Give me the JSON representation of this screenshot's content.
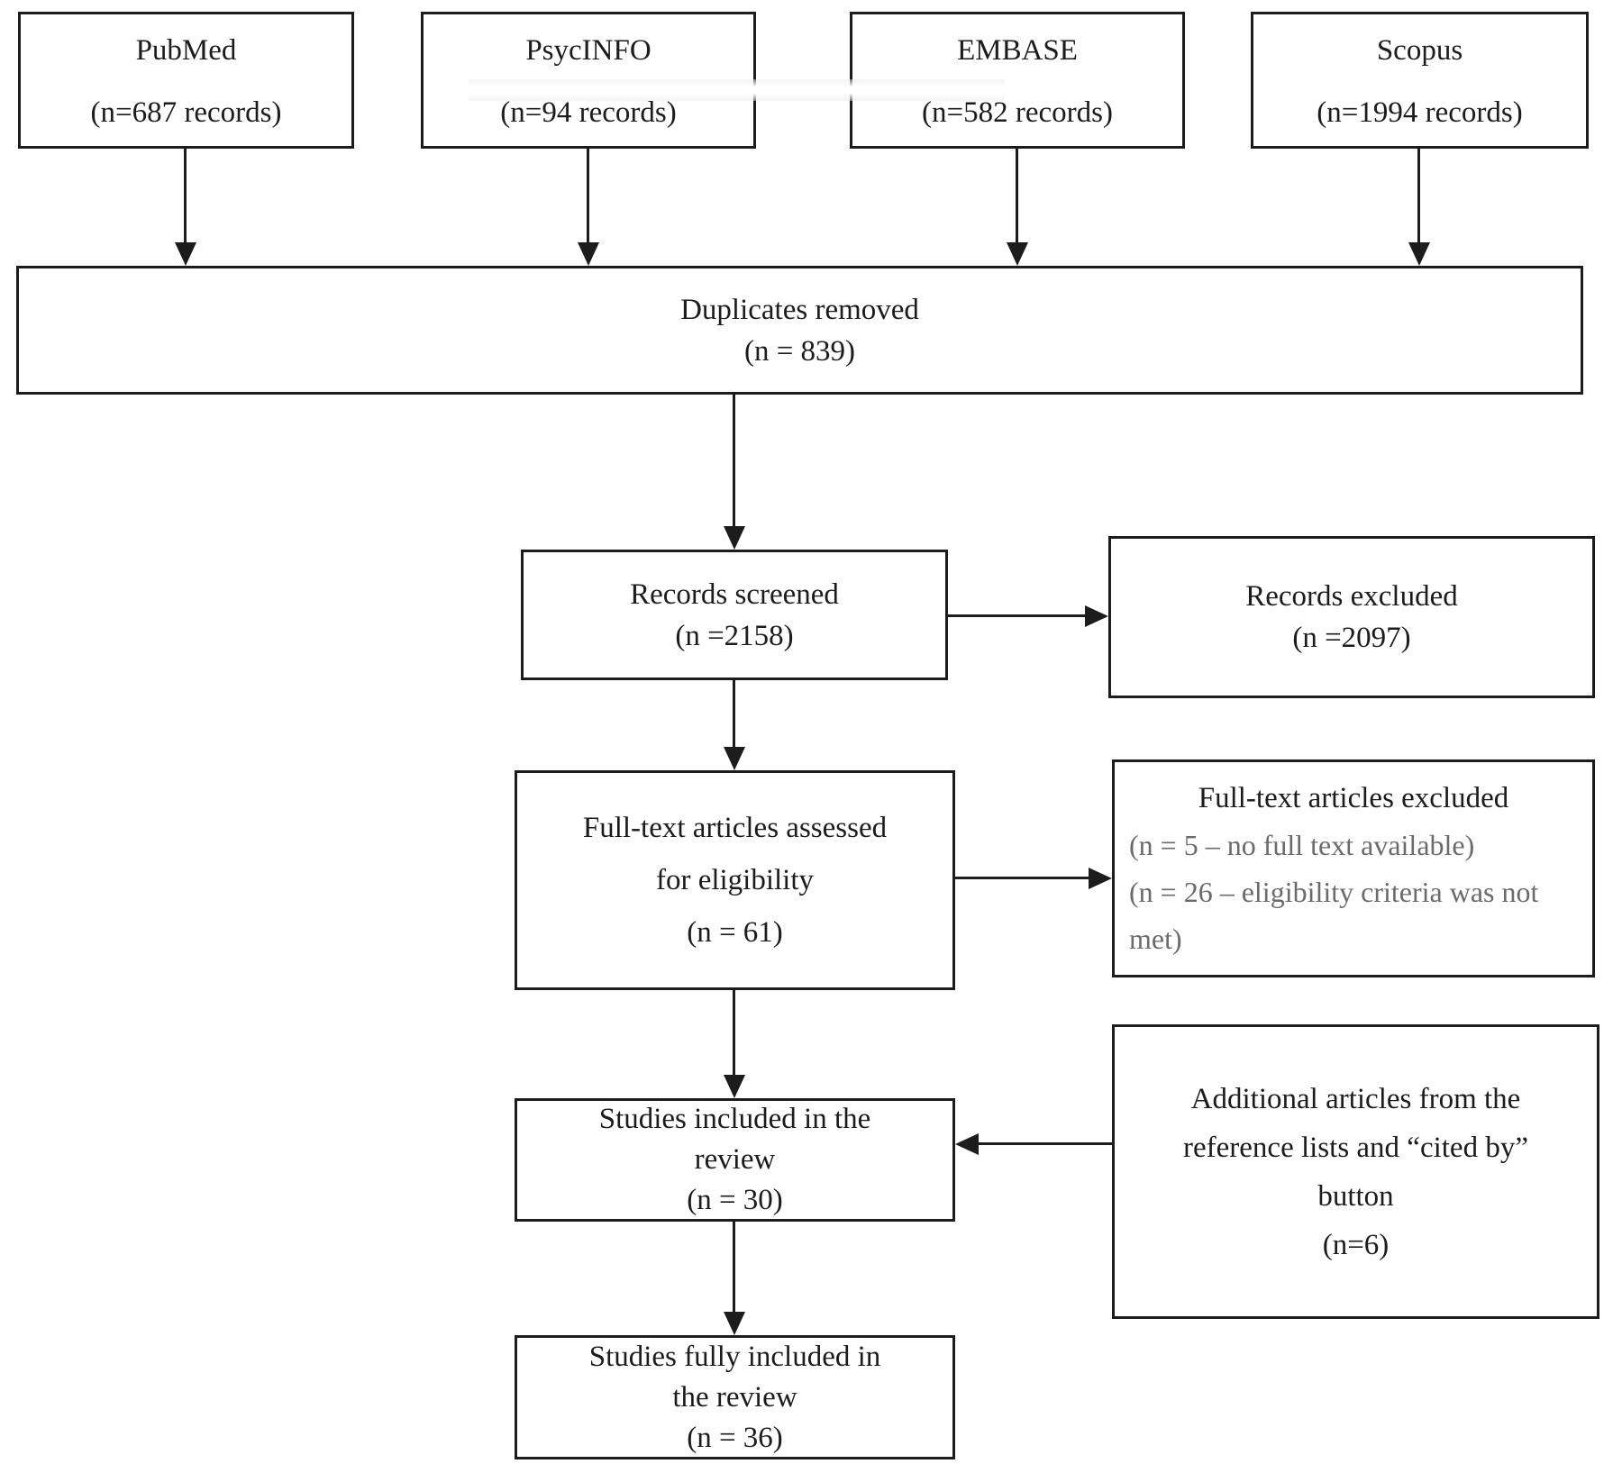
{
  "colors": {
    "line": "#1c1c1c",
    "text": "#1c1c1c",
    "muted_text": "#6b6b6b",
    "background": "#ffffff"
  },
  "sources": [
    {
      "name": "PubMed",
      "count": "(n=687 records)"
    },
    {
      "name": "PsycINFO",
      "count": "(n=94 records)"
    },
    {
      "name": "EMBASE",
      "count": "(n=582 records)"
    },
    {
      "name": "Scopus",
      "count": "(n=1994 records)"
    }
  ],
  "duplicates": {
    "line1": "Duplicates removed",
    "line2": "(n = 839)"
  },
  "screened": {
    "line1": "Records screened",
    "line2": "(n =2158)"
  },
  "records_excluded": {
    "line1": "Records excluded",
    "line2": "(n =2097)"
  },
  "fulltext_assessed": {
    "line1": "Full-text articles assessed",
    "line2": "for eligibility",
    "line3": "(n = 61)"
  },
  "fulltext_excluded": {
    "title": "Full-text articles excluded",
    "reason1": "(n = 5 – no full text available)",
    "reason2": "(n = 26 – eligibility criteria was not met)"
  },
  "included": {
    "line1": "Studies included in the",
    "line2": "review",
    "line3": "(n = 30)"
  },
  "additional": {
    "line1": "Additional articles from the",
    "line2": "reference lists and “cited by”",
    "line3": "button",
    "line4": "(n=6)"
  },
  "final_included": {
    "line1": "Studies fully included in",
    "line2": "the review",
    "line3": "(n = 36)"
  }
}
